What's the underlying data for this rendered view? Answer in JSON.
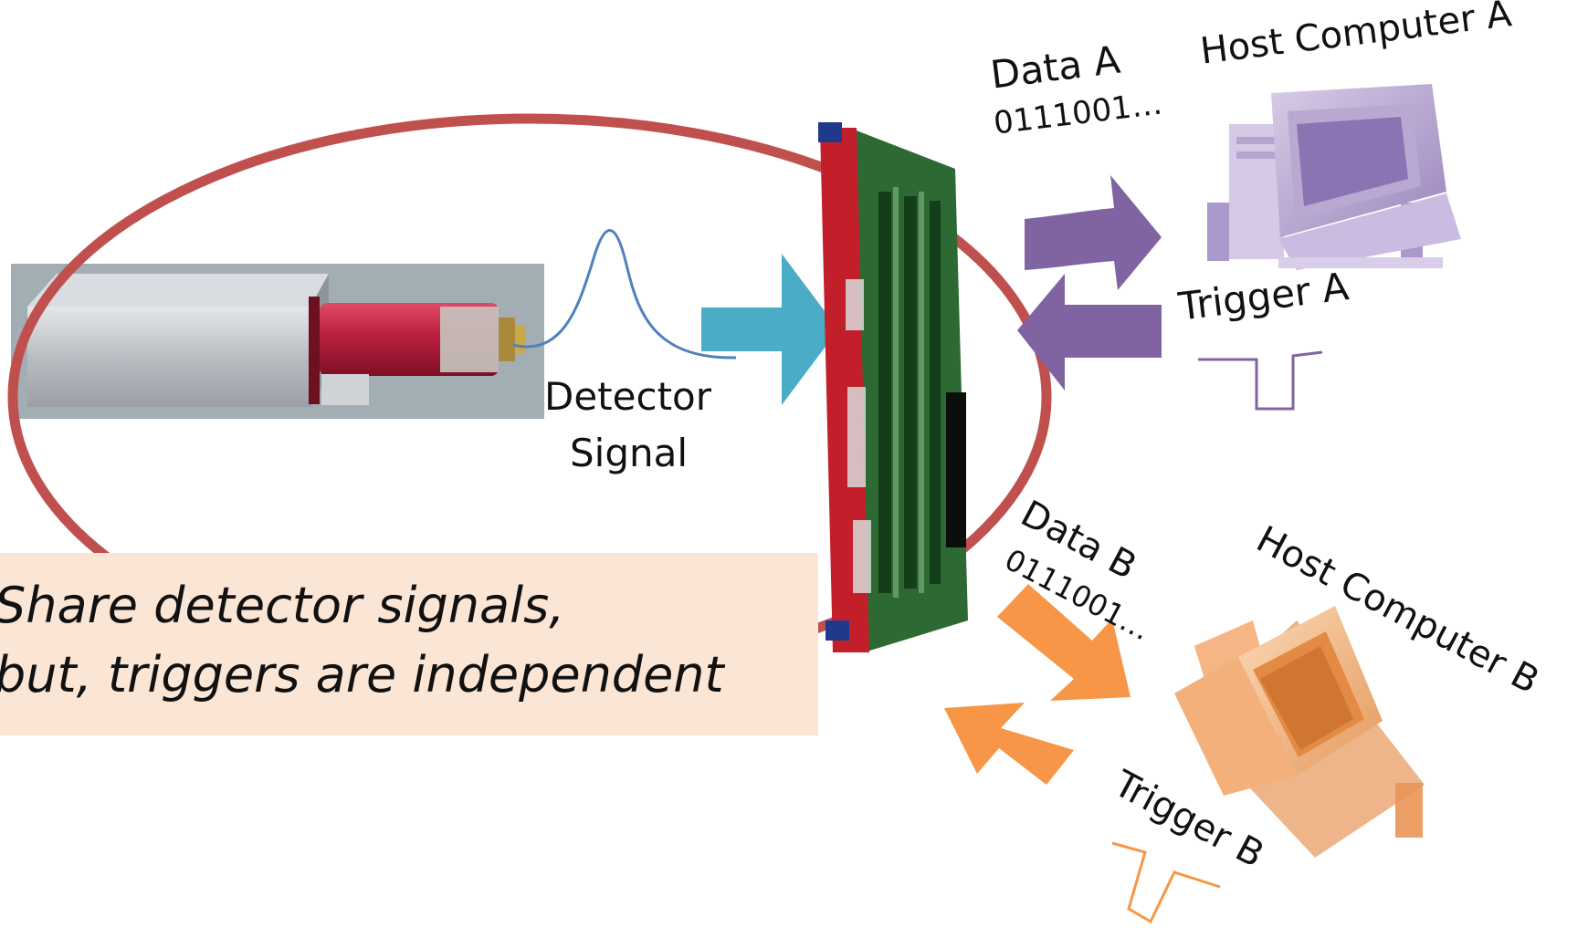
{
  "labels": {
    "detector_signal_line1": "Detector",
    "detector_signal_line2": "Signal",
    "data_a": "Data A",
    "data_a_bits": "0111001…",
    "host_a": "Host Computer A",
    "trigger_a": "Trigger A",
    "data_b": "Data B",
    "data_b_bits": "0111001…",
    "host_b": "Host Computer B",
    "trigger_b": "Trigger B"
  },
  "callout": {
    "line1": "Share detector signals,",
    "line2": "but, triggers are independent"
  },
  "colors": {
    "ellipse": "#c0504d",
    "signal_arrow": "#4bacc6",
    "host_a": "#8064a2",
    "host_b": "#f79646",
    "callout_bg": "#fbe6d6"
  }
}
